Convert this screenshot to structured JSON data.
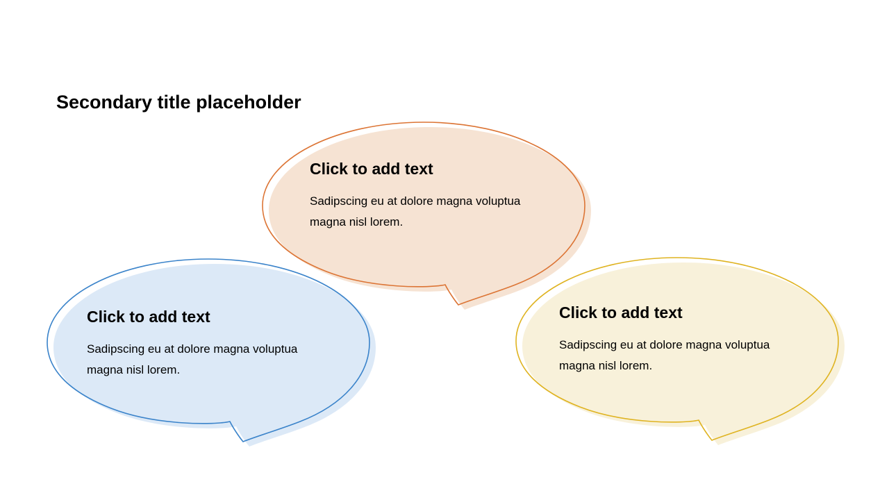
{
  "slide": {
    "background_color": "#FFFFFF",
    "title": "Secondary title placeholder",
    "bubbles": [
      {
        "position": "top-center",
        "heading": "Click to add text",
        "body": "Sadipscing eu at dolore magna voluptua magna nisl lorem.",
        "stroke_color": "#DC7434",
        "fill_color": "#F6E3D3"
      },
      {
        "position": "bottom-left",
        "heading": "Click to add text",
        "body": "Sadipscing eu at dolore magna voluptua magna nisl lorem.",
        "stroke_color": "#3A83CA",
        "fill_color": "#DCE9F7"
      },
      {
        "position": "bottom-right",
        "heading": "Click to add text",
        "body": "Sadipscing eu at dolore magna voluptua magna nisl lorem.",
        "stroke_color": "#DFB320",
        "fill_color": "#F8F1DA"
      }
    ]
  }
}
